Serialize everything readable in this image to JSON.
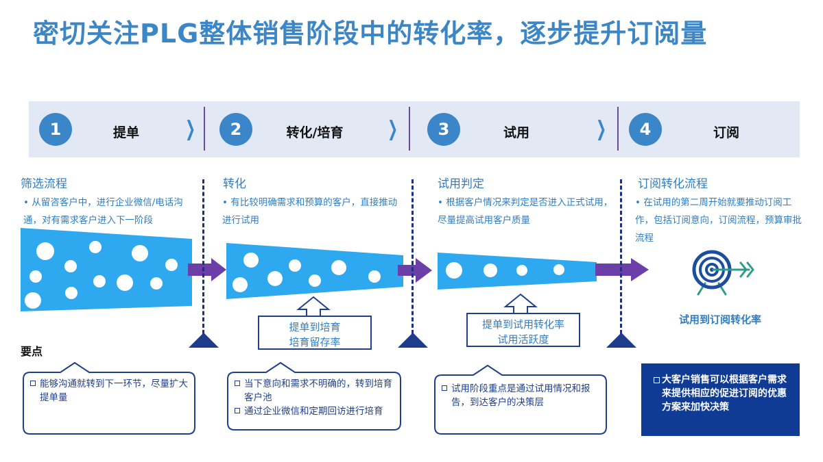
{
  "title": "密切关注PLG整体销售阶段中的转化率，逐步提升订阅量",
  "colors": {
    "accent_blue": "#3a86c8",
    "title_blue": "#3d86c6",
    "funnel_blue": "#2ea8ee",
    "arrow_purple": "#6b3ea8",
    "navy": "#1e3c8c",
    "summary_bg": "#0f3b95",
    "band_bg": "#e3e9f4"
  },
  "steps": [
    {
      "number": "1",
      "label": "提单"
    },
    {
      "number": "2",
      "label": "转化/培育"
    },
    {
      "number": "3",
      "label": "试用"
    },
    {
      "number": "4",
      "label": "订阅"
    }
  ],
  "stages": [
    {
      "title": "筛选流程",
      "desc": "• 从留咨客户中，进行企业微信/电话沟通，对有需求客户进入下一阶段"
    },
    {
      "title": "转化",
      "desc": "• 有比较明确需求和预算的客户，直接推动进行试用"
    },
    {
      "title": "试用判定",
      "desc": "• 根据客户情况来判定是否进入正式试用，尽量提高试用客户质量"
    },
    {
      "title": "订阅转化流程",
      "desc": "• 在试用的第二周开始就要推动订阅工作，包括订阅意向，订阅流程，预算审批流程"
    }
  ],
  "metrics": [
    {
      "line1": "提单到培育",
      "line2": "培育留存率"
    },
    {
      "line1": "提单到试用转化率",
      "line2": "试用活跃度"
    }
  ],
  "final_metric": "试用到订阅转化率",
  "icons": {
    "target": "target-arrow-icon",
    "checkbox": "checkbox-icon"
  },
  "keypoints_label": "要点",
  "keypoints": [
    {
      "items": [
        "能够沟通就转到下一环节，尽量扩大提单量"
      ]
    },
    {
      "items": [
        "当下意向和需求不明确的，转到培育客户池",
        "通过企业微信和定期回访进行培育"
      ]
    },
    {
      "items": [
        "试用阶段重点是通过试用情况和报告，到达客户的决策层"
      ]
    }
  ],
  "summary": "大客户销售可以根据客户需求来提供相应的促进订阅的优惠方案来加快决策"
}
